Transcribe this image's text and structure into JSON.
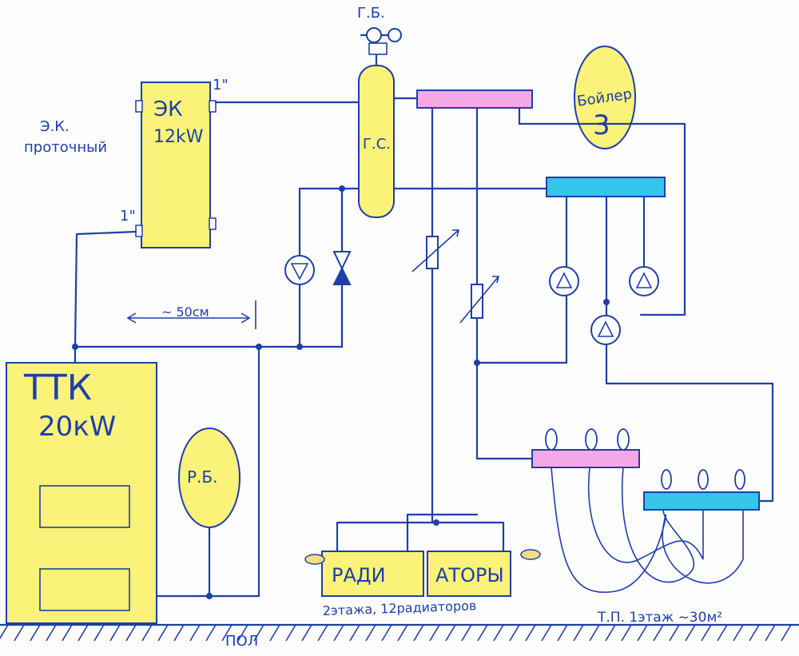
{
  "diagram": {
    "labels": {
      "gb": "Г.Б.",
      "gs": "Г.С.",
      "ek_title": "ЭК",
      "ek_power": "12kW",
      "ek_note_line1": "Э.К.",
      "ek_note_line2": "проточный",
      "ek_inlet_size_top": "1\"",
      "ek_inlet_size_bottom": "1\"",
      "boiler_line1": "Бойлер",
      "boiler_line2": "3",
      "ttk_title": "ТТК",
      "ttk_power": "20кW",
      "rb": "Р.Б.",
      "distance": "~ 50см",
      "radiator_left": "РАДИ",
      "radiator_right": "АТОРЫ",
      "radiator_note": "2этажа, 12радиаторов",
      "floor_heating_note": "Т.П. 1этаж ~30м²",
      "floor": "ПОЛ"
    },
    "colors": {
      "ink": "#1f3fa8",
      "yellow": "#fbf27a",
      "pink": "#f4a8e6",
      "cyan": "#33c6e8"
    },
    "icons": [
      "pump-icon",
      "check-valve-icon",
      "ball-valve-icon",
      "mixing-valve-icon",
      "pressure-gauge-icon"
    ]
  }
}
